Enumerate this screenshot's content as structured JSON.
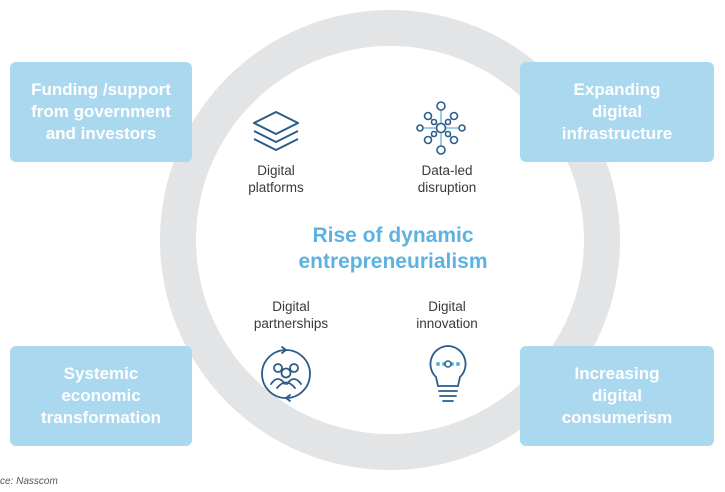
{
  "center": {
    "title": "Rise of dynamic\nentrepreneurialism"
  },
  "boxes": {
    "top_left": "Funding /support\nfrom government\nand investors",
    "top_right": "Expanding\ndigital\ninfrastructure",
    "bottom_left": "Systemic\neconomic\ntransformation",
    "bottom_right": "Increasing\ndigital\nconsumerism"
  },
  "items": {
    "platforms": {
      "label": "Digital\nplatforms",
      "icon": "layers-icon"
    },
    "data": {
      "label": "Data-led\ndisruption",
      "icon": "network-icon"
    },
    "partnerships": {
      "label": "Digital\npartnerships",
      "icon": "people-cycle-icon"
    },
    "innovation": {
      "label": "Digital\ninnovation",
      "icon": "lightbulb-icon"
    }
  },
  "source": "ce: Nasscom",
  "colors": {
    "box_fill": "#a9d8ef",
    "ring": "#e3e4e6",
    "title": "#5db3e0",
    "icon": "#2b5c8a"
  }
}
